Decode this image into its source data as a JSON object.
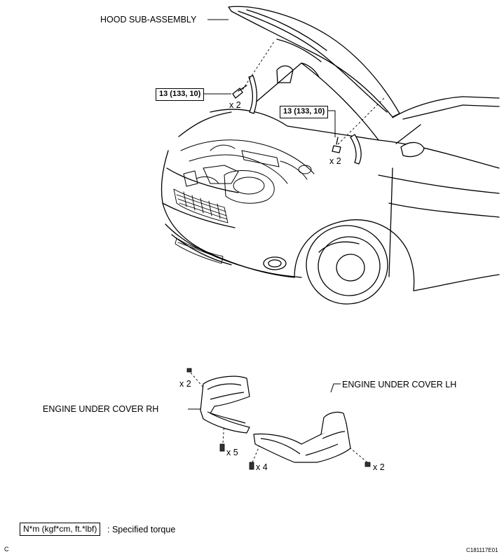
{
  "labels": {
    "hood": "HOOD SUB-ASSEMBLY",
    "cover_rh": "ENGINE UNDER COVER RH",
    "cover_lh": "ENGINE UNDER COVER LH"
  },
  "torque": {
    "left": "13 (133, 10)",
    "right": "13 (133, 10)"
  },
  "quantities": {
    "hood_left": "x 2",
    "hood_right": "x 2",
    "rh_top": "x 2",
    "rh_bottom": "x 5",
    "lh_left": "x 4",
    "lh_right": "x 2"
  },
  "legend": {
    "box": "N*m (kgf*cm, ft.*lbf)",
    "text": ": Specified torque"
  },
  "footer": {
    "corner": "C",
    "figure_id": "C181117E01"
  }
}
